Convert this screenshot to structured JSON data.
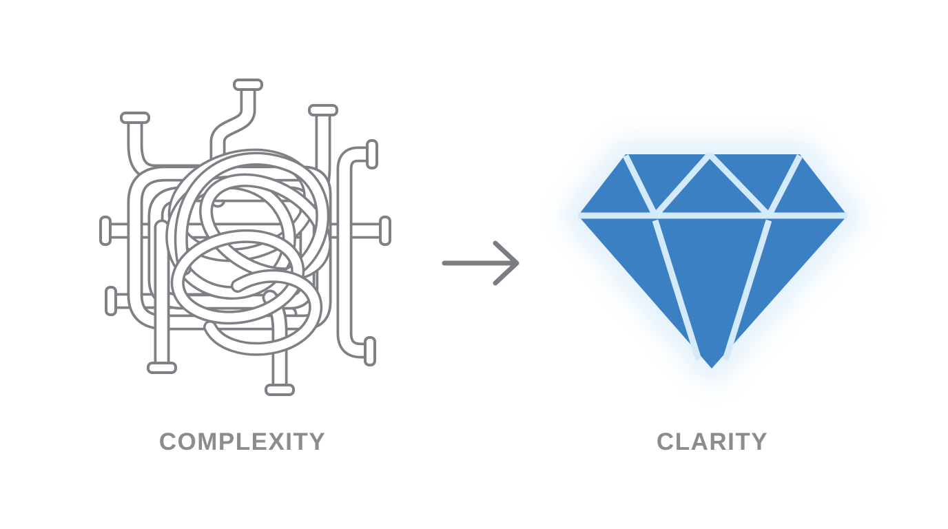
{
  "page": {
    "background": "#ffffff",
    "title": "Complexity to Clarity illustration"
  },
  "left_figure": {
    "icon": "tangled-pipes",
    "label": "COMPLEXITY"
  },
  "transition": {
    "icon": "right-arrow"
  },
  "right_figure": {
    "icon": "diamond",
    "label": "CLARITY"
  },
  "colors": {
    "pipe_outline_gray": "#7d8185",
    "pipe_fill_white": "#ffffff",
    "diamond_blue": "#3b80c3",
    "diamond_facet_line": "#d3eafa",
    "diamond_glow": "#cfe7f8",
    "label_gray": "#8c8c8c",
    "arrow_gray": "#7a7e82"
  }
}
